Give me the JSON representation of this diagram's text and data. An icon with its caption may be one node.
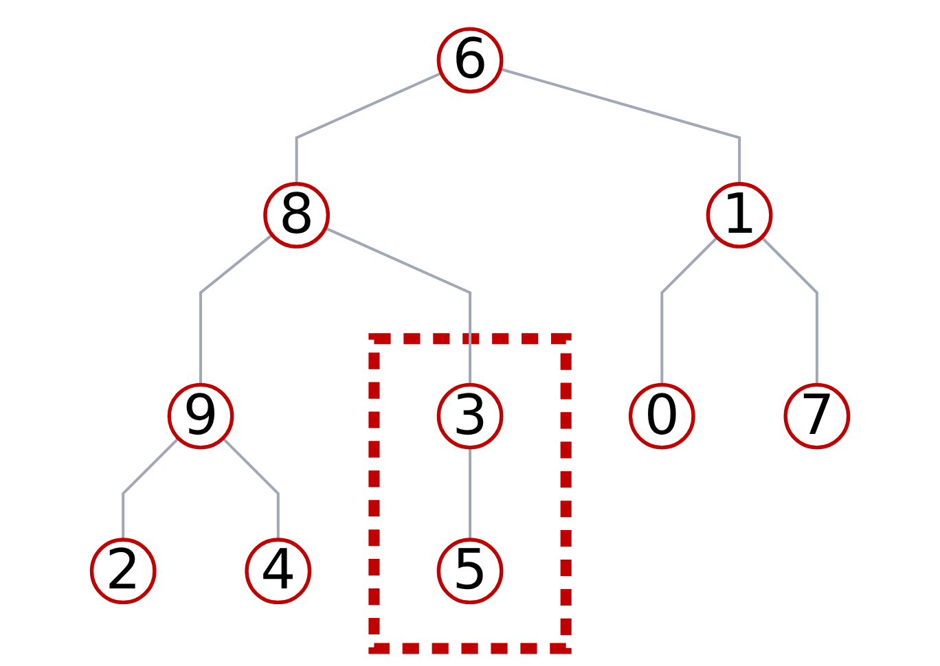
{
  "diagram": {
    "nodes": [
      {
        "text": [
          "6"
        ]
      },
      {
        "text": [
          "8"
        ]
      },
      {
        "text": [
          "1"
        ]
      },
      {
        "text": [
          "9"
        ]
      },
      {
        "text": [],
        "shape": "box"
      },
      {
        "text": [
          "3"
        ],
        "in": 4
      },
      {
        "text": [
          "0"
        ]
      },
      {
        "text": [
          "7"
        ]
      },
      {
        "text": [
          "2"
        ]
      },
      {
        "text": [
          "4"
        ]
      },
      {
        "text": [
          "5"
        ],
        "in": 4
      }
    ],
    "edges": [
      {
        "from": 0,
        "to": 1,
        "arrow": "none"
      },
      {
        "from": 0,
        "to": 2,
        "arrow": "none"
      },
      {
        "from": 1,
        "to": 3,
        "arrow": "none"
      },
      {
        "from": 1,
        "to": 5,
        "arrow": "none"
      },
      {
        "from": 2,
        "to": 6,
        "arrow": "none"
      },
      {
        "from": 2,
        "to": 7,
        "arrow": "none"
      },
      {
        "from": 3,
        "to": 8,
        "arrow": "none"
      },
      {
        "from": 3,
        "to": 9,
        "arrow": "none"
      },
      {
        "from": 5,
        "to": 10,
        "arrow": "none"
      }
    ]
  }
}
